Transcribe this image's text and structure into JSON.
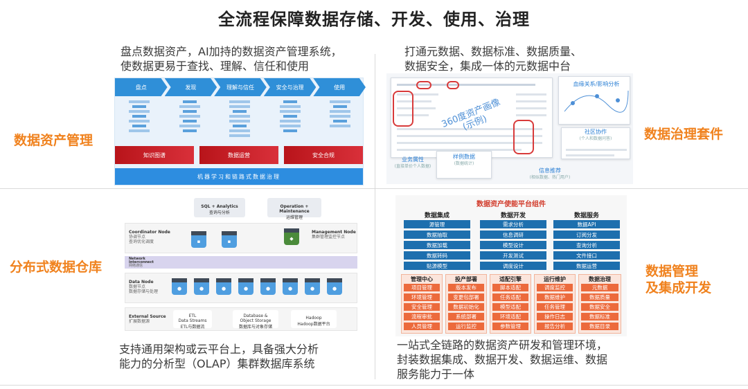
{
  "title": "全流程保障数据存储、开发、使用、治理",
  "quadrants": {
    "top_left": {
      "desc": [
        "盘点数据资产，AI加持的数据资产管理系统，",
        "使数据更易于查找、理解、信任和使用"
      ],
      "label": "数据资产管理",
      "chevrons": [
        "盘点",
        "发现",
        "理解与信任",
        "安全与治理",
        "使用"
      ],
      "red_boxes": [
        "知识图谱",
        "数据运营",
        "安全合规"
      ],
      "blue_bar": "机器学习和链路式数据治理"
    },
    "top_right": {
      "desc": [
        "打通元数据、数据标准、数据质量、",
        "数据安全，集成一体的元数据中台"
      ],
      "label": "数据治理套件",
      "diagram": {
        "watermark": "360度资产画像",
        "watermark_note": "(示例)",
        "lineage": "血缘关系/影响分析",
        "business": "业务属性",
        "business_note": "(直接单价个人数据)",
        "sample": "样例数据",
        "sample_note": "(数据统计)",
        "collab": "社区协作",
        "collab_note": "(个人和数据问答)",
        "recommend": "信息推荐",
        "recommend_note": "(相似数据、热门用户)"
      }
    },
    "bottom_left": {
      "desc": [
        "支持通用架构或云平台上，具备强大分析",
        "能力的分析型（OLAP）集群数据库系统"
      ],
      "label": "分布式数据仓库",
      "diagram": {
        "sql": "SQL + Analytics",
        "sql_cn": "查询与分析",
        "ops": "Operation + Maintenance",
        "ops_cn": "运维管理",
        "coordinator": "Coordinator Node",
        "coordinator_cn": "协调节点",
        "coordinator_sub": "查询优化调度",
        "management": "Management Node",
        "management_cn": "集群管理监控节点",
        "network": "Network",
        "network2": "Interconnect",
        "network_cn": "网络通信",
        "datanode": "Data Node",
        "datanode_cn": "数据节点",
        "datanode_sub": "数据存储与处理",
        "external": "External Source",
        "external_cn": "扩展数据源",
        "etl": "ETL",
        "etl2": "Data Streams",
        "etl_cn": "ETL与数据流",
        "db": "Database &",
        "db2": "Object Storage",
        "db_cn": "数据库与对象存储",
        "hadoop": "Hadoop",
        "hadoop_cn": "Hadoop数据平台"
      }
    },
    "bottom_right": {
      "desc": [
        "一站式全链路的数据资产研发和管理环境，",
        "封装数据集成、数据开发、数据运维、数据",
        "服务能力于一体"
      ],
      "label": [
        "数据管理",
        "及集成开发"
      ],
      "platform_title": "数据资产使能平台组件",
      "top_groups": [
        {
          "title": "数据集成",
          "items": [
            "源管理",
            "数据抽取",
            "数据加载",
            "数据转码",
            "贴源模型"
          ]
        },
        {
          "title": "数据开发",
          "items": [
            "需求分析",
            "信息调研",
            "模型设计",
            "开发测试",
            "调度设计"
          ]
        },
        {
          "title": "数据服务",
          "items": [
            "数据API",
            "订阅分发",
            "查询分析",
            "文件接口",
            "数据运营"
          ]
        }
      ],
      "bottom_groups": [
        {
          "title": "管理中心",
          "items": [
            "项目管理",
            "环境管理",
            "安全管理",
            "流程审批",
            "人员管理"
          ]
        },
        {
          "title": "投产部署",
          "items": [
            "版本发布",
            "变更包部署",
            "数据初始化",
            "系统部署",
            "运行监控"
          ]
        },
        {
          "title": "适配引擎",
          "items": [
            "脚本适配",
            "任务适配",
            "模型适配",
            "环境适配",
            "参数管理"
          ]
        },
        {
          "title": "运行维护",
          "items": [
            "调度监控",
            "数据维护",
            "任务管理",
            "操作日志",
            "报告分析"
          ]
        },
        {
          "title": "数据治理",
          "items": [
            "元数据",
            "数据质量",
            "数据安全",
            "数据标准",
            "数据目录"
          ]
        }
      ]
    }
  },
  "colors": {
    "orange": "#f0821e",
    "blue": "#1d6fae",
    "red": "#d23c2c",
    "accent_orange": "#ec6a3c"
  }
}
